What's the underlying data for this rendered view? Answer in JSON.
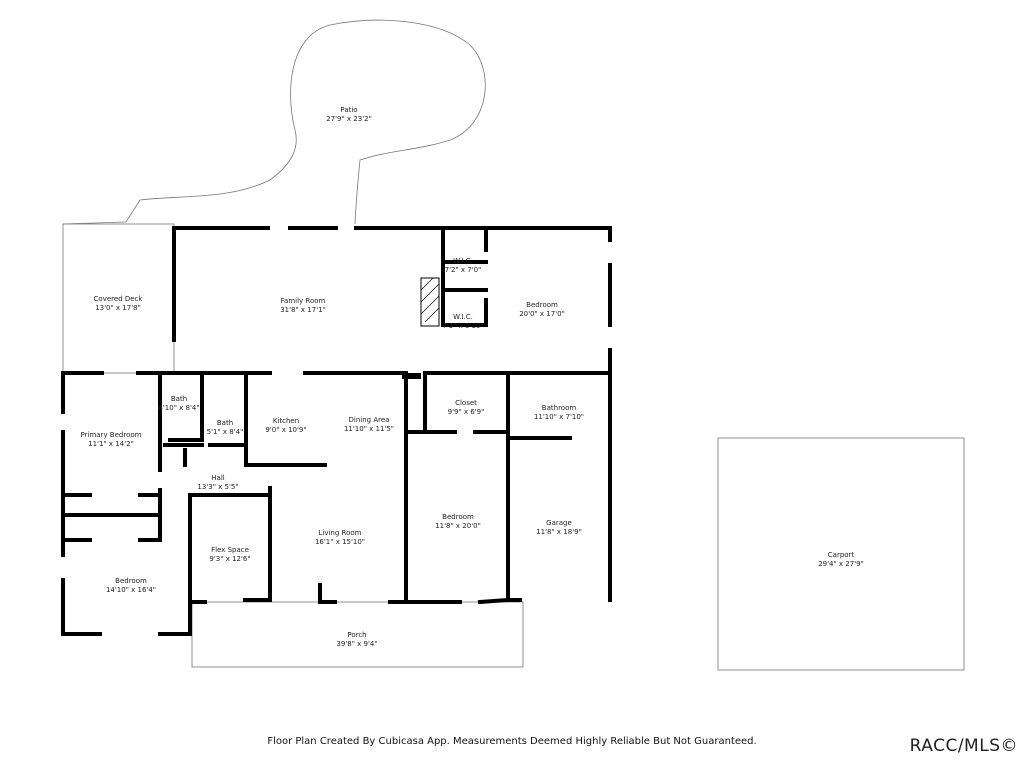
{
  "rooms": [
    {
      "name": "Patio",
      "size": "27'9\" x 23'2\""
    },
    {
      "name": "Covered Deck",
      "size": "13'0\" x 17'8\""
    },
    {
      "name": "Family Room",
      "size": "31'8\" x 17'1\""
    },
    {
      "name": "W.I.C.",
      "size": "7'2\" x 7'0\""
    },
    {
      "name": "W.I.C.",
      "size": "7'3\" x 5'10\""
    },
    {
      "name": "Bedroom",
      "size": "20'0\" x 17'0\""
    },
    {
      "name": "Bath",
      "size": "4'10\" x 8'4\""
    },
    {
      "name": "Bath",
      "size": "5'1\" x 8'4\""
    },
    {
      "name": "Kitchen",
      "size": "9'0\" x 10'9\""
    },
    {
      "name": "Dining Area",
      "size": "11'10\" x 11'5\""
    },
    {
      "name": "Closet",
      "size": "9'9\" x 6'9\""
    },
    {
      "name": "Bathroom",
      "size": "11'10\" x 7'10\""
    },
    {
      "name": "Primary Bedroom",
      "size": "11'1\" x 14'2\""
    },
    {
      "name": "Hall",
      "size": "13'3\" x 5'5\""
    },
    {
      "name": "Flex Space",
      "size": "9'3\" x 12'6\""
    },
    {
      "name": "Living Room",
      "size": "16'1\" x 15'10\""
    },
    {
      "name": "Bedroom",
      "size": "11'8\" x 20'0\""
    },
    {
      "name": "Garage",
      "size": "11'8\" x 18'9\""
    },
    {
      "name": "Bedroom",
      "size": "14'10\" x 16'4\""
    },
    {
      "name": "Porch",
      "size": "39'8\" x 9'4\""
    },
    {
      "name": "Carport",
      "size": "29'4\" x 27'9\""
    }
  ],
  "footer": "Floor Plan Created By Cubicasa App. Measurements Deemed Highly Reliable But Not Guaranteed.",
  "logo": "RACC/MLS©"
}
